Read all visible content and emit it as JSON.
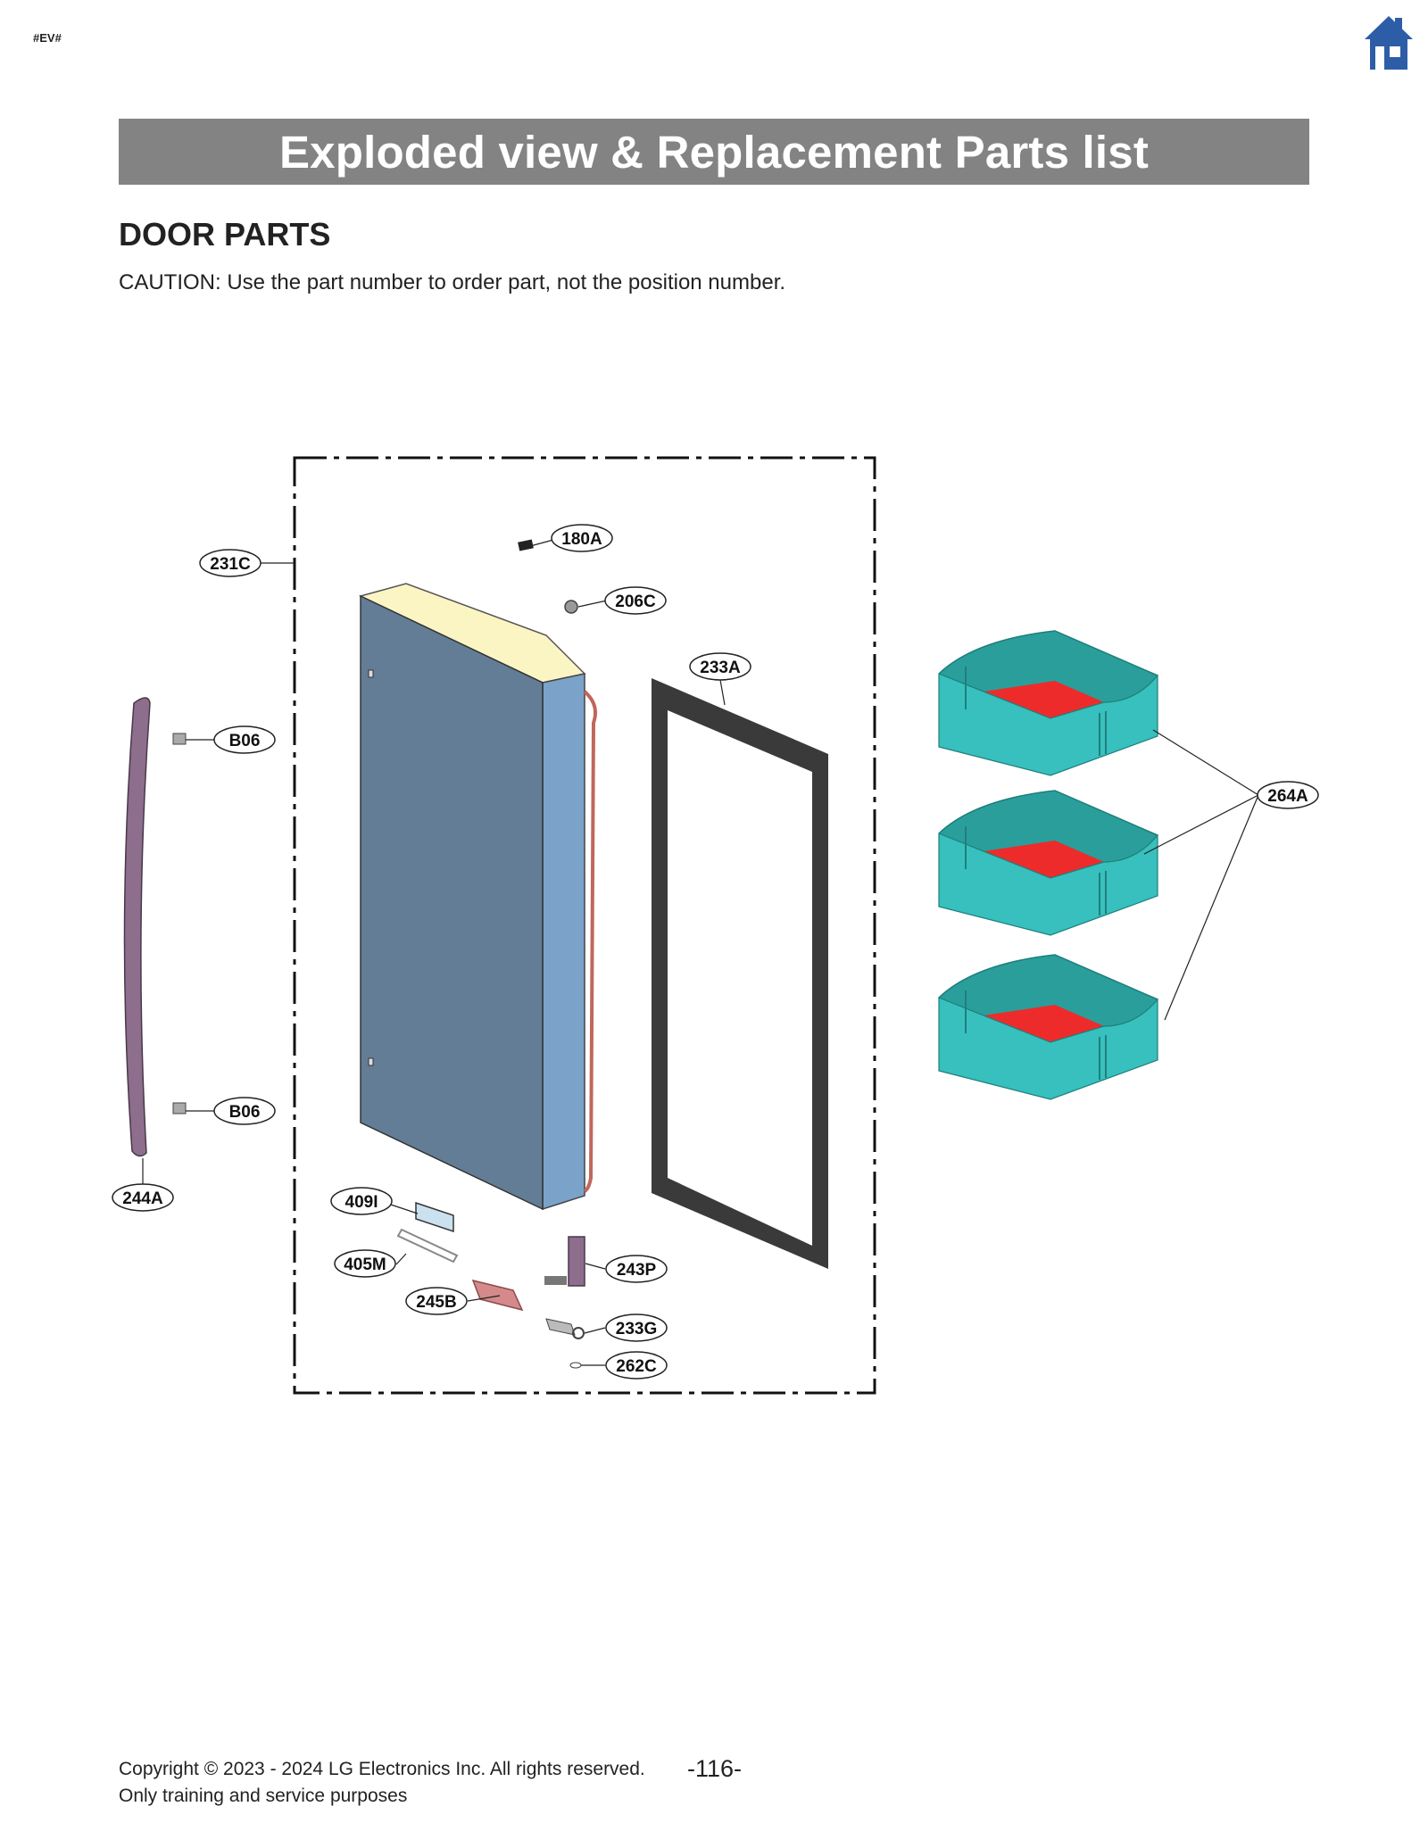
{
  "header": {
    "tag": "#EV#",
    "home_icon": "home-icon",
    "banner": "Exploded view & Replacement Parts list"
  },
  "section": {
    "title": "DOOR PARTS",
    "caution": "CAUTION: Use the part number to order part, not the position number."
  },
  "diagram": {
    "labels": {
      "l180A": "180A",
      "l231C": "231C",
      "l206C": "206C",
      "l233A": "233A",
      "lB06a": "B06",
      "l264A": "264A",
      "lB06b": "B06",
      "l244A": "244A",
      "l409I": "409I",
      "l405M": "405M",
      "l243P": "243P",
      "l245B": "245B",
      "l233G": "233G",
      "l262C": "262C"
    },
    "colors": {
      "door_outer": "#637d96",
      "door_side": "#7ba3c9",
      "door_top": "#fbf5c4",
      "handle": "#8d6e8d",
      "gasket": "#3a3a3a",
      "bin": "#37c0bd",
      "bin_floor": "#ee2b2b"
    }
  },
  "footer": {
    "copyright": "Copyright © 2023 - 2024 LG Electronics Inc. All rights reserved.",
    "page": "-116-",
    "note": "Only training and service purposes"
  }
}
